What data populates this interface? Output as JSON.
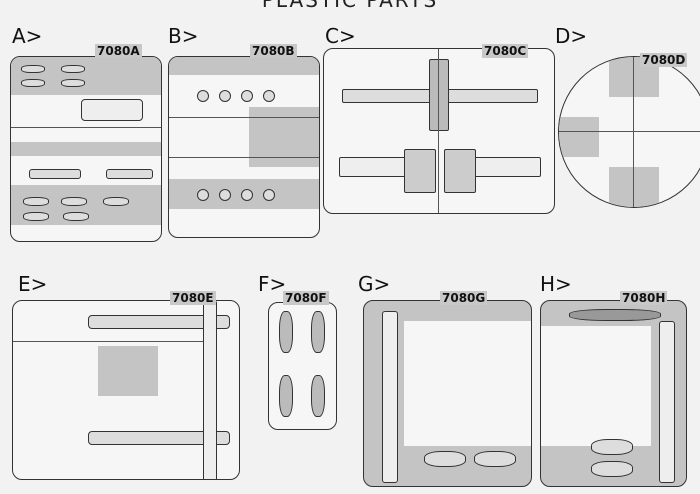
{
  "title": "PLASTIC PARTS",
  "sprues": [
    {
      "label": "A>",
      "code": "7080A"
    },
    {
      "label": "B>",
      "code": "7080B"
    },
    {
      "label": "C>",
      "code": "7080C"
    },
    {
      "label": "D>",
      "code": "7080D"
    },
    {
      "label": "E>",
      "code": "7080E"
    },
    {
      "label": "F>",
      "code": "7080F"
    },
    {
      "label": "G>",
      "code": "7080G"
    },
    {
      "label": "H>",
      "code": "7080H"
    }
  ]
}
